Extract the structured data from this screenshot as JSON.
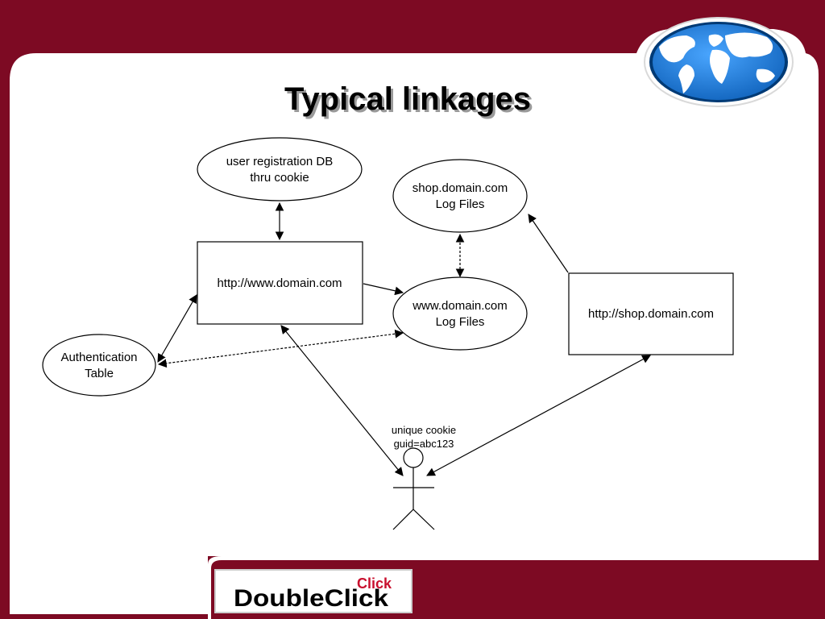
{
  "slide": {
    "title": "Typical linkages"
  },
  "nodes": {
    "user_db": {
      "line1": "user registration DB",
      "line2": "thru cookie"
    },
    "shop_logs": {
      "line1": "shop.domain.com",
      "line2": "Log Files"
    },
    "www_server": {
      "label": "http://www.domain.com"
    },
    "www_logs": {
      "line1": "www.domain.com",
      "line2": "Log Files"
    },
    "shop_server": {
      "label": "http://shop.domain.com"
    },
    "auth_table": {
      "line1": "Authentication",
      "line2": "Table"
    },
    "user": {
      "line1": "unique cookie",
      "line2": "guid=abc123"
    }
  },
  "logo": {
    "small": "Click",
    "main": "DoubleClick"
  },
  "colors": {
    "frame": "#7d0a23",
    "panel": "#ffffff",
    "globe_ocean": "#1e7ad6",
    "globe_land": "#ffffff"
  }
}
